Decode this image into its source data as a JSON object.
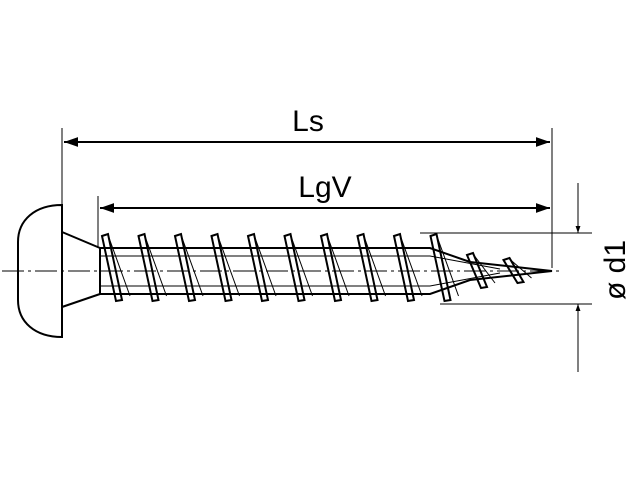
{
  "diagram": {
    "labels": {
      "overall_length": "Ls",
      "thread_length": "LgV",
      "thread_diameter": "ø d1"
    },
    "colors": {
      "line": "#000000",
      "background": "#ffffff"
    },
    "thread_turns": 12
  }
}
